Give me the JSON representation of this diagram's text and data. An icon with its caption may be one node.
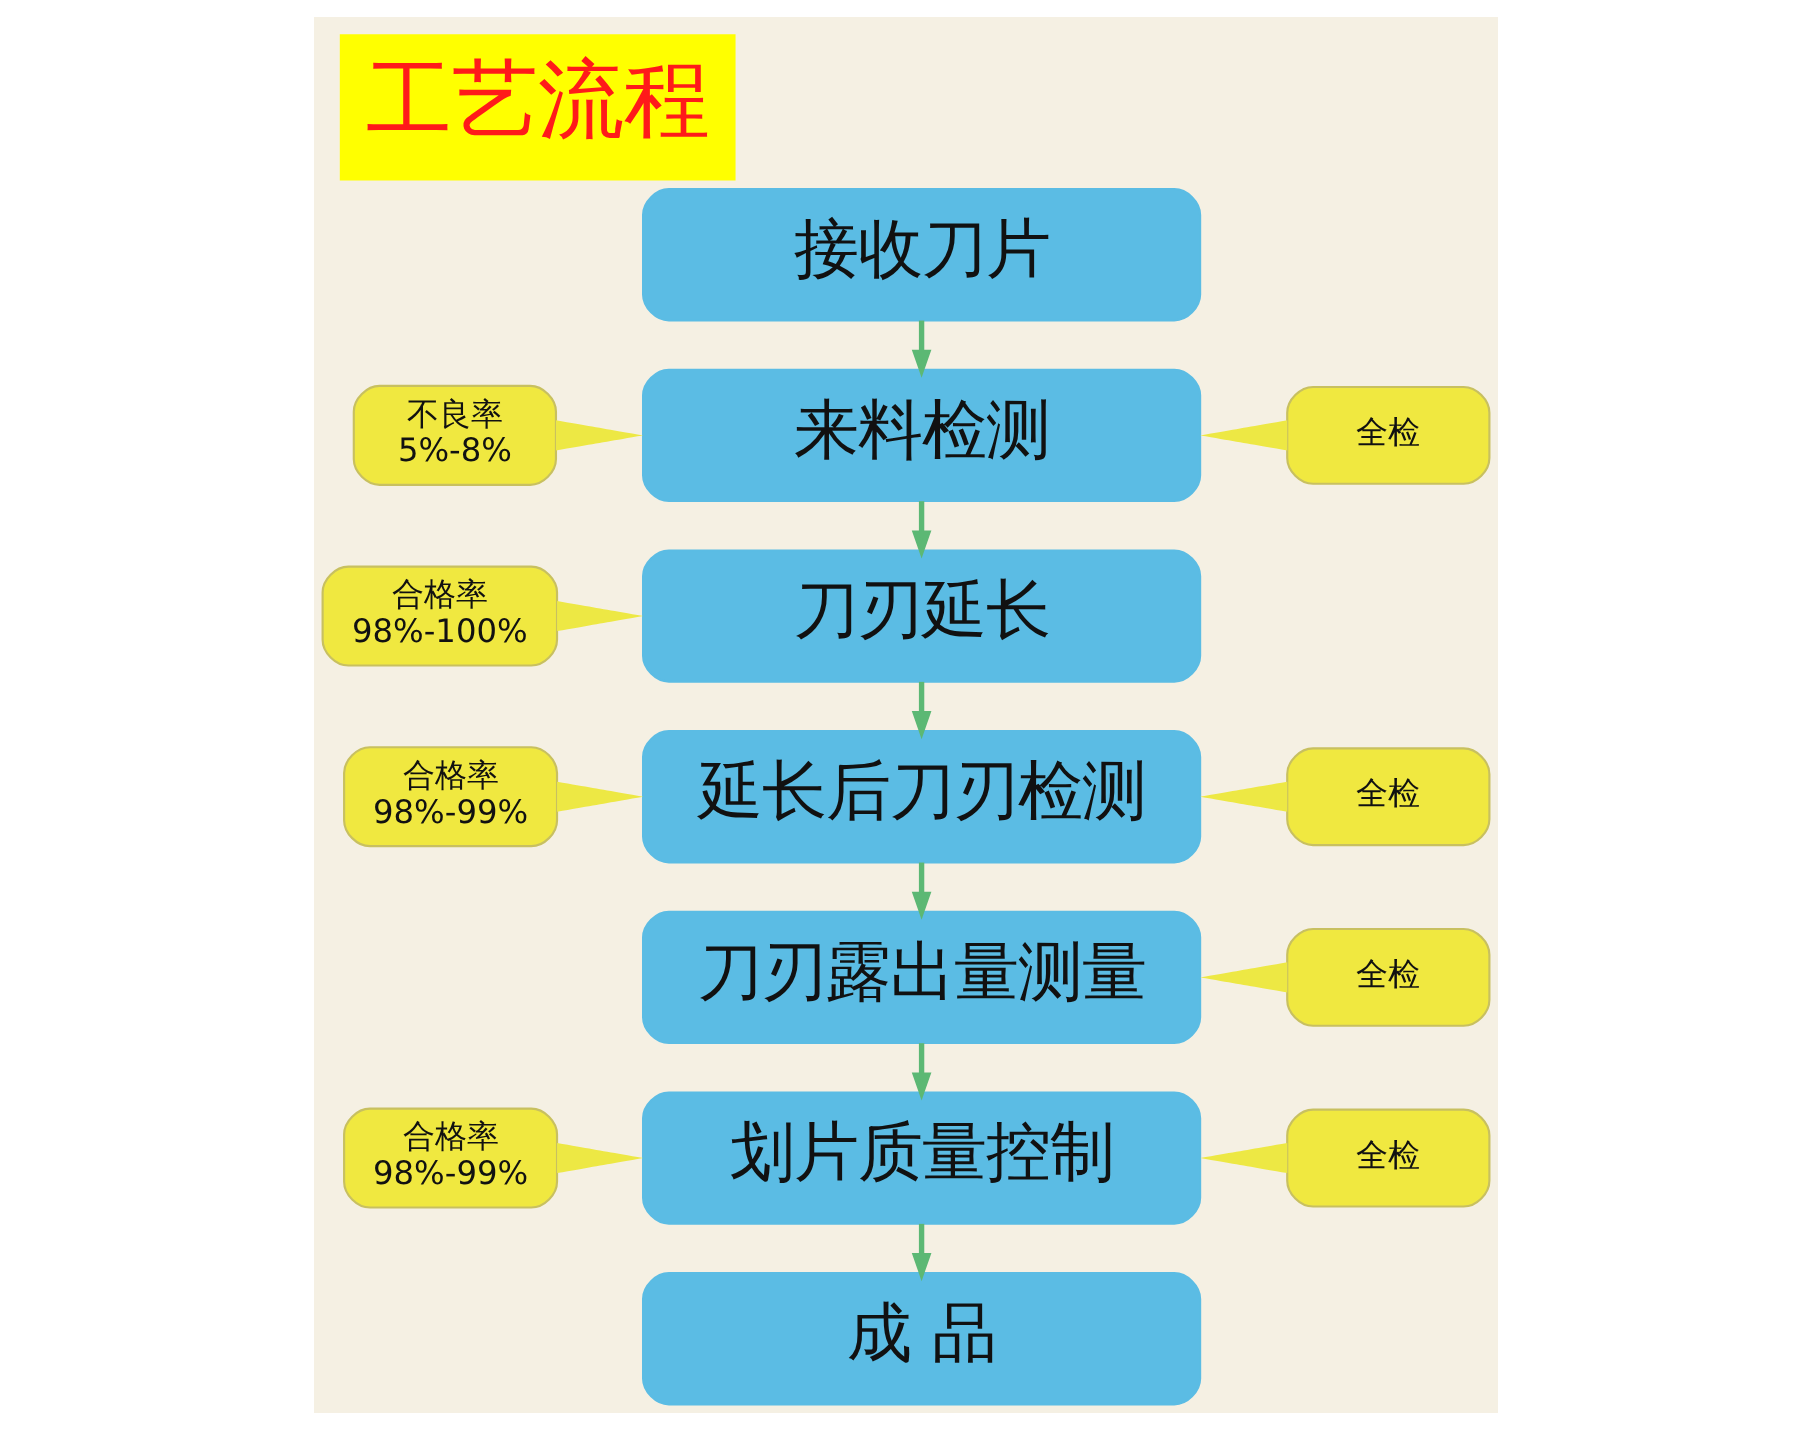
{
  "diagram": {
    "title": "工艺流程",
    "nodes": [
      {
        "text": [
          "接收刀片"
        ]
      },
      {
        "text": [
          "来料检测"
        ]
      },
      {
        "text": [
          "刀刃延长"
        ]
      },
      {
        "text": [
          "延长后刀刃检测"
        ]
      },
      {
        "text": [
          "刀刃露出量测量"
        ]
      },
      {
        "text": [
          "划片质量控制"
        ]
      },
      {
        "text": [
          "成 品"
        ]
      },
      {
        "text": [
          "不良率",
          "5%-8%"
        ]
      },
      {
        "text": [
          "全检"
        ]
      },
      {
        "text": [
          "合格率",
          "98%-100%"
        ]
      },
      {
        "text": [
          "合格率",
          "98%-99%"
        ]
      },
      {
        "text": [
          "全检"
        ]
      },
      {
        "text": [
          "全检"
        ]
      },
      {
        "text": [
          "合格率",
          "98%-99%"
        ]
      },
      {
        "text": [
          "全检"
        ]
      }
    ],
    "edges": [
      {
        "from": 0,
        "to": 1,
        "arrow": "to",
        "color": "#5cb874"
      },
      {
        "from": 1,
        "to": 2,
        "arrow": "to",
        "color": "#5cb874"
      },
      {
        "from": 2,
        "to": 3,
        "arrow": "to",
        "color": "#5cb874"
      },
      {
        "from": 3,
        "to": 4,
        "arrow": "to",
        "color": "#5cb874"
      },
      {
        "from": 4,
        "to": 5,
        "arrow": "to",
        "color": "#5cb874"
      },
      {
        "from": 5,
        "to": 6,
        "arrow": "to",
        "color": "#5cb874"
      },
      {
        "from": 7,
        "to": 1,
        "arrow": "none",
        "style": "thick",
        "color": "#ede844"
      },
      {
        "from": 8,
        "to": 1,
        "arrow": "none",
        "style": "thick",
        "color": "#ede844"
      },
      {
        "from": 9,
        "to": 2,
        "arrow": "none",
        "style": "thick",
        "color": "#ede844"
      },
      {
        "from": 10,
        "to": 3,
        "arrow": "none",
        "style": "thick",
        "color": "#ede844"
      },
      {
        "from": 11,
        "to": 3,
        "arrow": "none",
        "style": "thick",
        "color": "#ede844"
      },
      {
        "from": 12,
        "to": 4,
        "arrow": "none",
        "style": "thick",
        "color": "#ede844"
      },
      {
        "from": 13,
        "to": 5,
        "arrow": "none",
        "style": "thick",
        "color": "#ede844"
      },
      {
        "from": 14,
        "to": 5,
        "arrow": "none",
        "style": "thick",
        "color": "#ede844"
      }
    ]
  }
}
